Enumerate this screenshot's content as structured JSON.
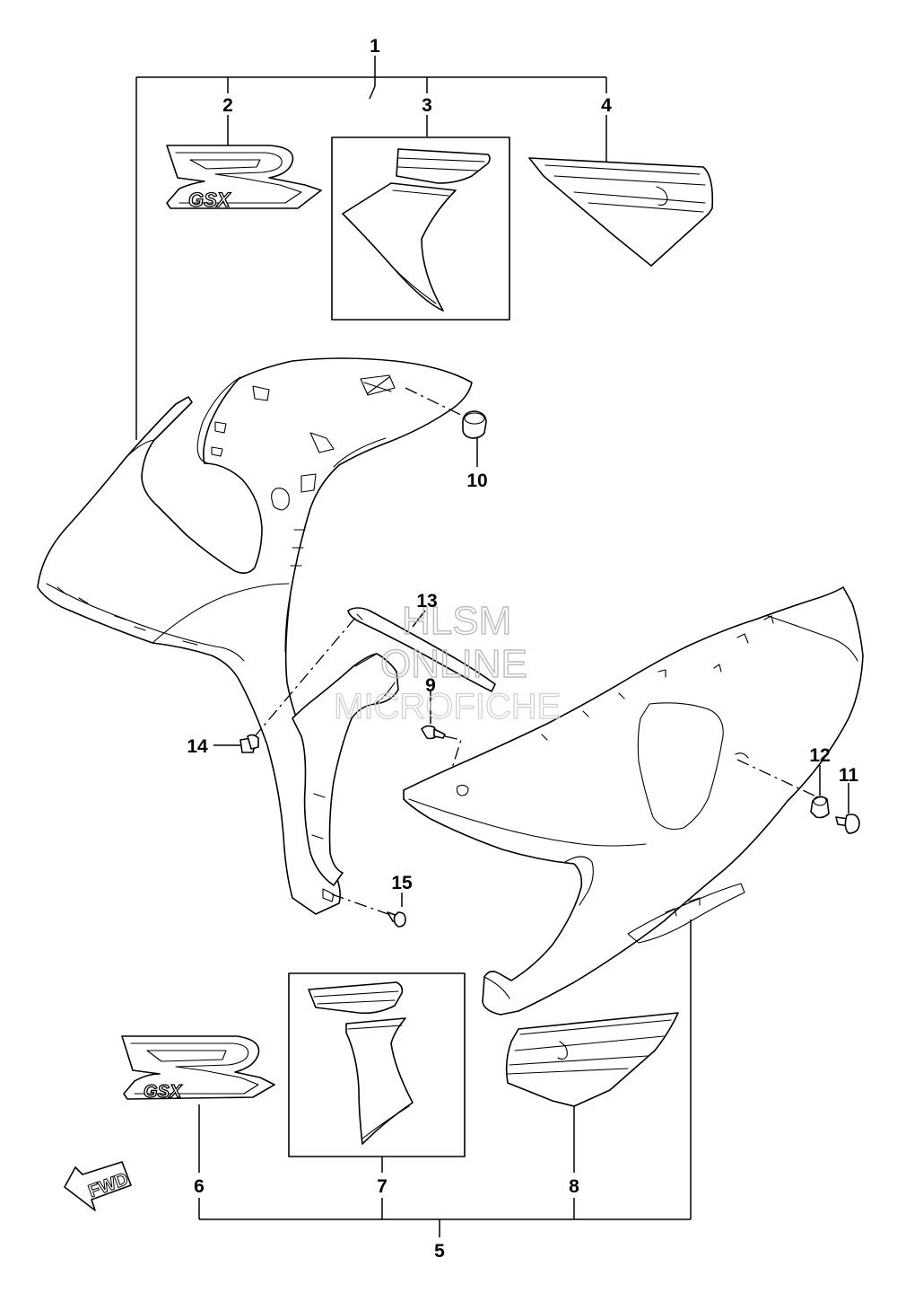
{
  "callouts": {
    "c1": "1",
    "c2": "2",
    "c3": "3",
    "c4": "4",
    "c5": "5",
    "c6": "6",
    "c7": "7",
    "c8": "8",
    "c9": "9",
    "c10": "10",
    "c11": "11",
    "c12": "12",
    "c13": "13",
    "c14": "14",
    "c15": "15"
  },
  "watermark": {
    "line1": "HLSM",
    "line2": "ONLINE",
    "line3": "MICROFICHE"
  },
  "decal_logo_text": "GSX",
  "fwd_label": "FWD"
}
